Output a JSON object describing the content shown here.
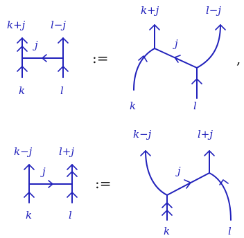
{
  "relations": [
    {
      "lhs": {
        "top_left": "k+j",
        "top_right": "l−j",
        "rung": "j",
        "bottom_left": "k",
        "bottom_right": "l"
      },
      "symbol": ":=",
      "rhs": {
        "top_left": "k+j",
        "top_right": "l−j",
        "rung": "j",
        "bottom_left": "k",
        "bottom_right": "l"
      },
      "trailing": ","
    },
    {
      "lhs": {
        "top_left": "k−j",
        "top_right": "l+j",
        "rung": "j",
        "bottom_left": "k",
        "bottom_right": "l"
      },
      "symbol": ":=",
      "rhs": {
        "top_left": "k−j",
        "top_right": "l+j",
        "rung": "j",
        "bottom_left": "k",
        "bottom_right": "l"
      }
    }
  ],
  "stroke_color": "#2222bb"
}
